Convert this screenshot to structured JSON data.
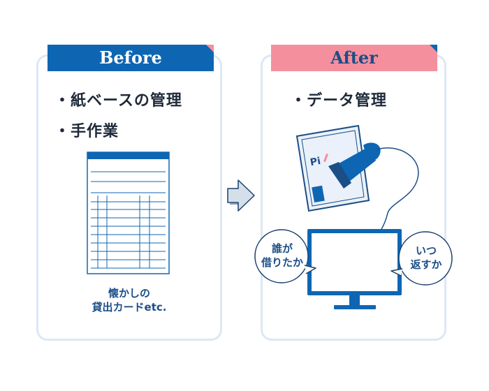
{
  "before": {
    "label": "Before",
    "bullets": [
      "・紙ベースの管理",
      "・手作業"
    ],
    "caption_line1": "懐かしの",
    "caption_line2": "貸出カードetc."
  },
  "after": {
    "label": "After",
    "bullets": [
      "・データ管理"
    ],
    "badge_text": "Pi",
    "bubble_left": [
      "誰が",
      "借りたか"
    ],
    "bubble_right": [
      "いつ",
      "返すか"
    ]
  },
  "colors": {
    "primary_blue": "#0e66b3",
    "pink": "#f48f9e",
    "panel_border": "#dce8f4",
    "dark_text": "#1e2a3a"
  },
  "icons": [
    "arrow-right-icon",
    "library-card-icon",
    "barcode-scanner-icon",
    "monitor-icon",
    "speech-bubble-icon"
  ]
}
